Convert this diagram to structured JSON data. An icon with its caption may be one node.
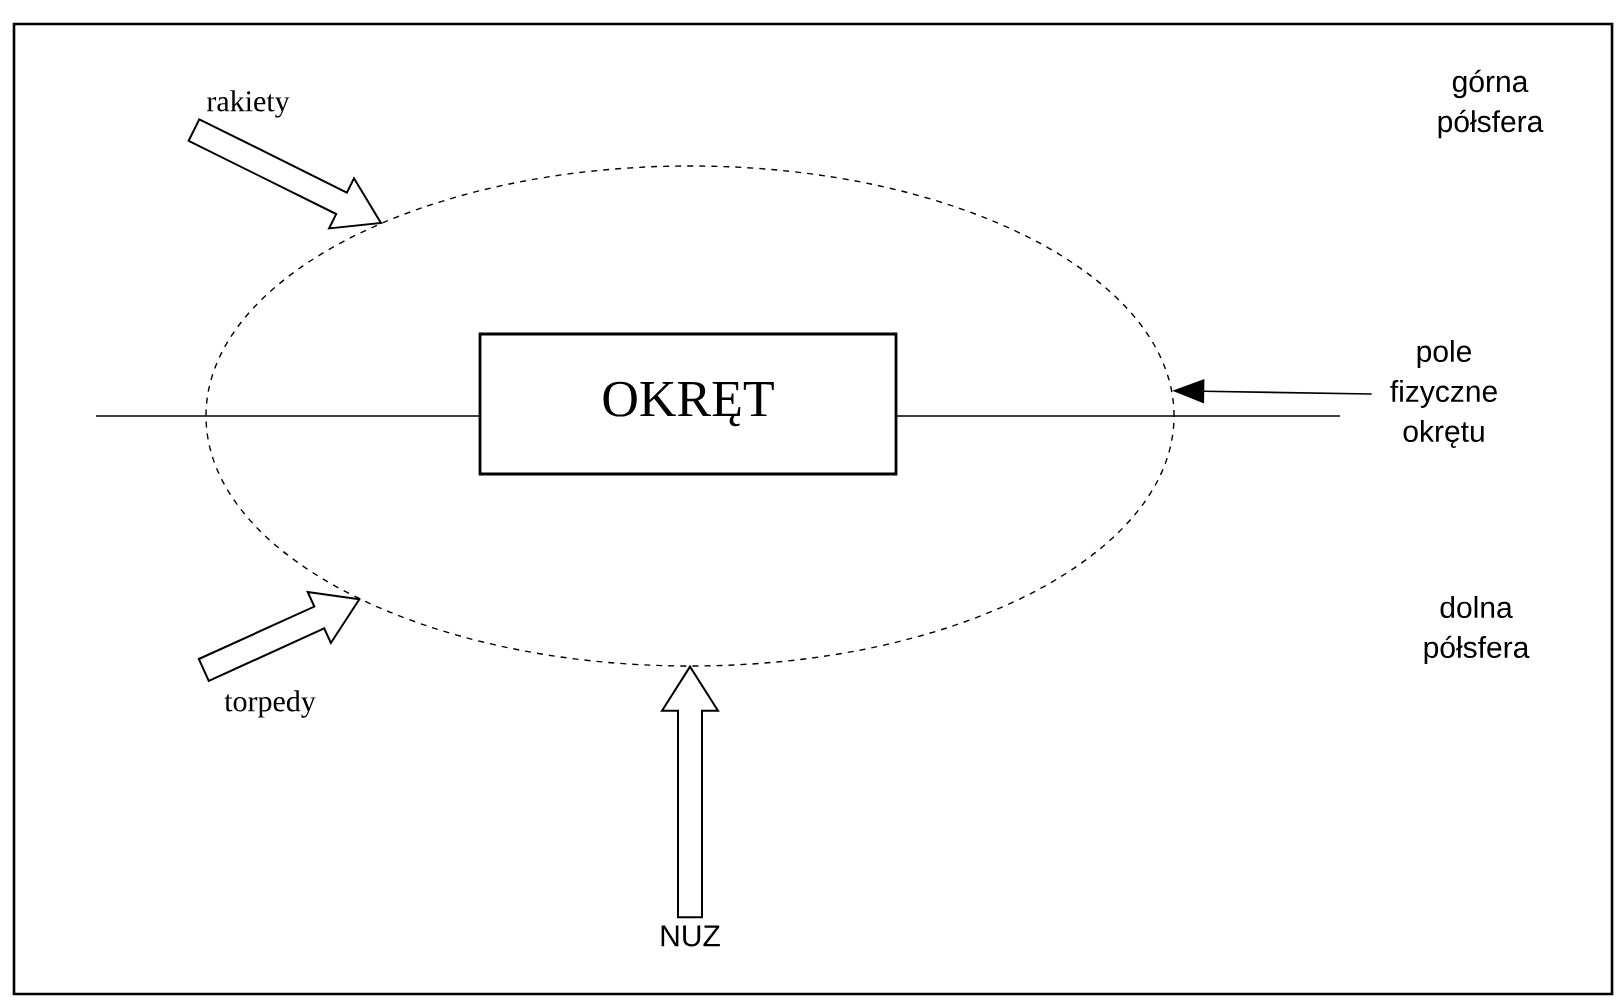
{
  "diagram": {
    "nodes": [
      {
        "text": [
          "rakiety"
        ]
      },
      {
        "text": [],
        "shape": "ellipse"
      },
      {
        "text": [
          "OKRĘT"
        ],
        "in": 1
      },
      {
        "text": [
          "pole fizyczne okrętu"
        ]
      },
      {
        "text": [
          "torpedy"
        ]
      },
      {
        "text": [
          "NUZ"
        ]
      }
    ],
    "edges": [
      {
        "from": 0,
        "to": 1,
        "arrow": "to"
      },
      {
        "from": 3,
        "to": 1,
        "arrow": "to"
      },
      {
        "from": 4,
        "to": 1,
        "arrow": "to"
      },
      {
        "from": 5,
        "to": 1,
        "arrow": "to"
      }
    ],
    "labels": [
      "górna półsfera",
      "dolna półsfera"
    ]
  }
}
